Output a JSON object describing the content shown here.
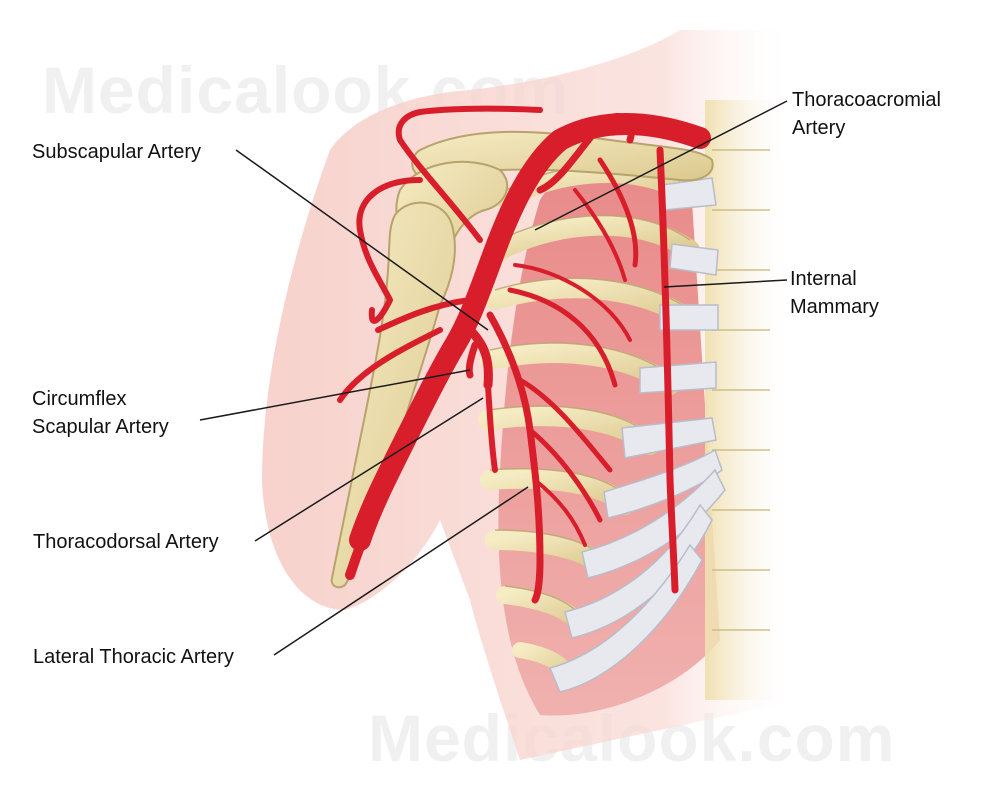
{
  "watermark": {
    "top": "Medicalook.com",
    "bottom": "Medicalook.com"
  },
  "labels": {
    "subscapular": "Subscapular Artery",
    "circumflex_line1": "Circumflex",
    "circumflex_line2": "Scapular Artery",
    "thoracodorsal": "Thoracodorsal Artery",
    "lateral_thoracic": "Lateral Thoracic Artery",
    "thoracoacromial_line1": "Thoracoacromial",
    "thoracoacromial_line2": "Artery",
    "internal_mammary_line1": "Internal",
    "internal_mammary_line2": "Mammary"
  },
  "colors": {
    "skin": "#f7cfc9",
    "bone": "#efe0ad",
    "bone_outline": "#b7a36c",
    "cartilage": "#e8eaf0",
    "muscle": "#e7898a",
    "artery": "#d81e2b",
    "leader": "#1a1a1a"
  }
}
